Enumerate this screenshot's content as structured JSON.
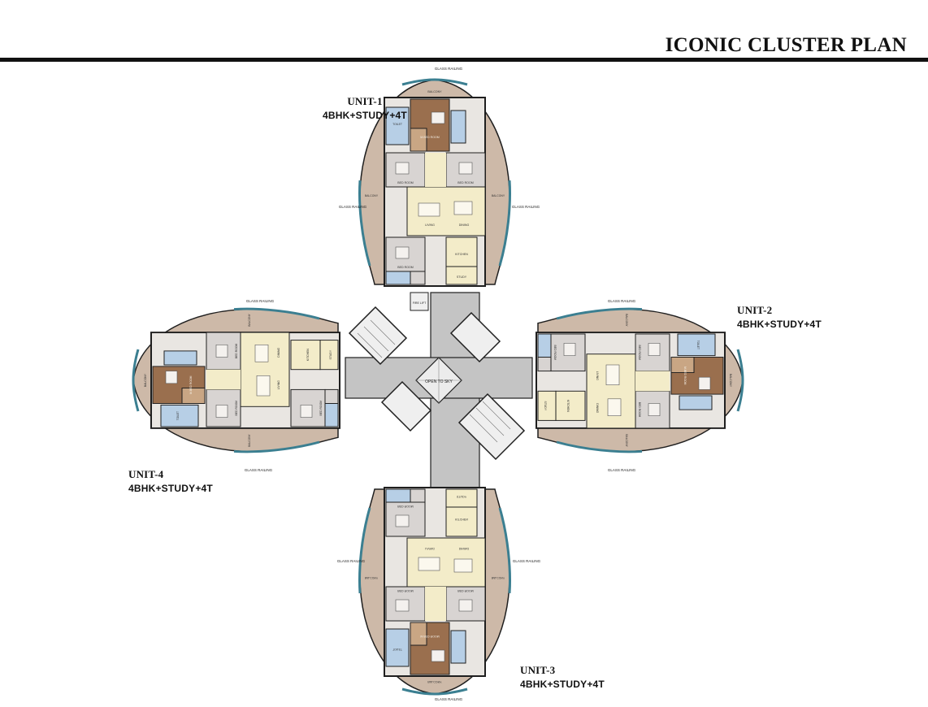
{
  "plan": {
    "title": "ICONIC CLUSTER PLAN",
    "core_label": "OPEN TO SKY",
    "lift_label": "FIRE LIFT",
    "units": [
      {
        "id": "unit-1",
        "name": "UNIT-1",
        "type": "4BHK+STUDY+4T"
      },
      {
        "id": "unit-2",
        "name": "UNIT-2",
        "type": "4BHK+STUDY+4T"
      },
      {
        "id": "unit-3",
        "name": "UNIT-3",
        "type": "4BHK+STUDY+4T"
      },
      {
        "id": "unit-4",
        "name": "UNIT-4",
        "type": "4BHK+STUDY+4T"
      }
    ],
    "room_labels": {
      "master": "M.BED ROOM",
      "bed": "BED ROOM",
      "living": "LIVING",
      "dining": "DINING",
      "kitchen": "KITCHEN",
      "study": "STUDY",
      "toilet": "TOILET",
      "dress": "DRESS",
      "balcony": "BALCONY",
      "glass_railing": "GLASS RAILING"
    }
  },
  "colors": {
    "master_floor": "#9a6f4e",
    "living_floor": "#f3ecc9",
    "bed_floor": "#d8d4d2",
    "balcony_floor": "#cbb8a8",
    "toilet_floor": "#b7cfe6",
    "core_floor": "#c4c4c4",
    "glass_edge": "#3b7f91",
    "wall": "#1f1f1f"
  }
}
